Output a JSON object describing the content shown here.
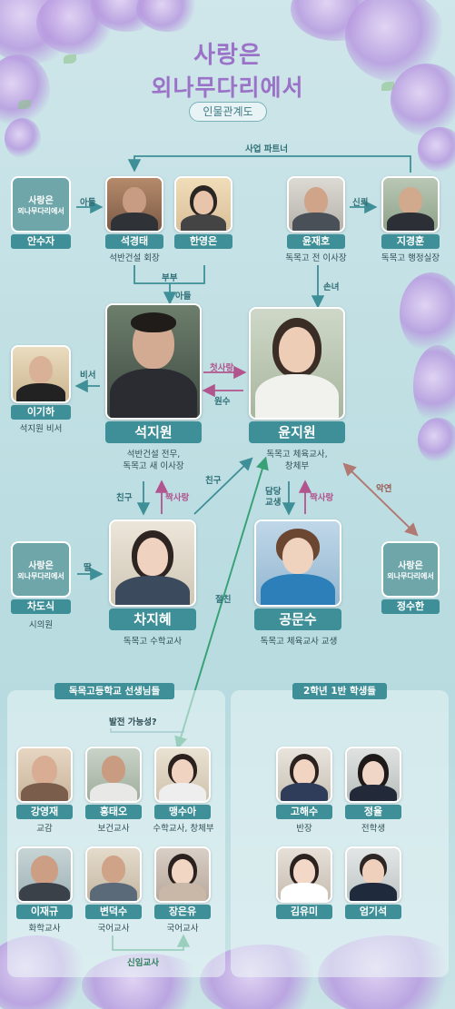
{
  "title": {
    "line1": "사랑은",
    "line2": "외나무다리에서",
    "subtitle": "인물관계도"
  },
  "relations": {
    "business_partner": "사업 파트너",
    "son": "아들",
    "dismissed": "신뢰",
    "married": "부부",
    "son2": "아들",
    "granddaughter": "손녀",
    "secretary": "비서",
    "first_love": "첫사랑",
    "enemy": "원수",
    "friend_left": "친구",
    "crush_left": "짝사랑",
    "friend_diag": "친구",
    "coach": "담당\n교생",
    "crush_right": "짝사랑",
    "feud": "악연",
    "daughter": "딸",
    "best_friend": "절친",
    "potential": "발전 가능성?",
    "new_teacher": "신임교사"
  },
  "people": {
    "ahn_suja": {
      "name": "안수자",
      "desc": ""
    },
    "seok_gyeongtae": {
      "name": "석경태",
      "desc": "석반건설 회장"
    },
    "han_yeongeun": {
      "name": "한영은",
      "desc": ""
    },
    "yoon_jaeho": {
      "name": "윤재호",
      "desc": "독목고 전 이사장"
    },
    "ji_gyeonghun": {
      "name": "지경훈",
      "desc": "독목고 행정실장"
    },
    "lee_giha": {
      "name": "이기하",
      "desc": "석지원 비서"
    },
    "seok_jiwon": {
      "name": "석지원",
      "desc": "석반건설 전무,\n독목고 새 이사장"
    },
    "yoon_jiwon": {
      "name": "윤지원",
      "desc": "독목고 체육교사,\n창체부"
    },
    "cha_dosik": {
      "name": "차도식",
      "desc": "시의원"
    },
    "cha_jihye": {
      "name": "차지혜",
      "desc": "독목고 수학교사"
    },
    "gong_munsu": {
      "name": "공문수",
      "desc": "독목고 체육교사 교생"
    },
    "jeong_suhan": {
      "name": "정수한",
      "desc": ""
    }
  },
  "teachers_panel": {
    "title": "독목고등학교 선생님들",
    "members": [
      {
        "name": "강영재",
        "desc": "교감"
      },
      {
        "name": "홍태오",
        "desc": "보건교사"
      },
      {
        "name": "맹수아",
        "desc": "수학교사, 창체부"
      },
      {
        "name": "이재규",
        "desc": "화학교사"
      },
      {
        "name": "변덕수",
        "desc": "국어교사"
      },
      {
        "name": "장은유",
        "desc": "국어교사"
      }
    ]
  },
  "students_panel": {
    "title": "2학년 1반 학생들",
    "members": [
      {
        "name": "고해수",
        "desc": "반장"
      },
      {
        "name": "정율",
        "desc": "전학생"
      },
      {
        "name": "김유미",
        "desc": ""
      },
      {
        "name": "엄기석",
        "desc": ""
      }
    ]
  },
  "colors": {
    "accent": "#3e8f97",
    "pink": "#b2548e",
    "feud": "#9a5a55",
    "flower": "#b89ae0"
  }
}
